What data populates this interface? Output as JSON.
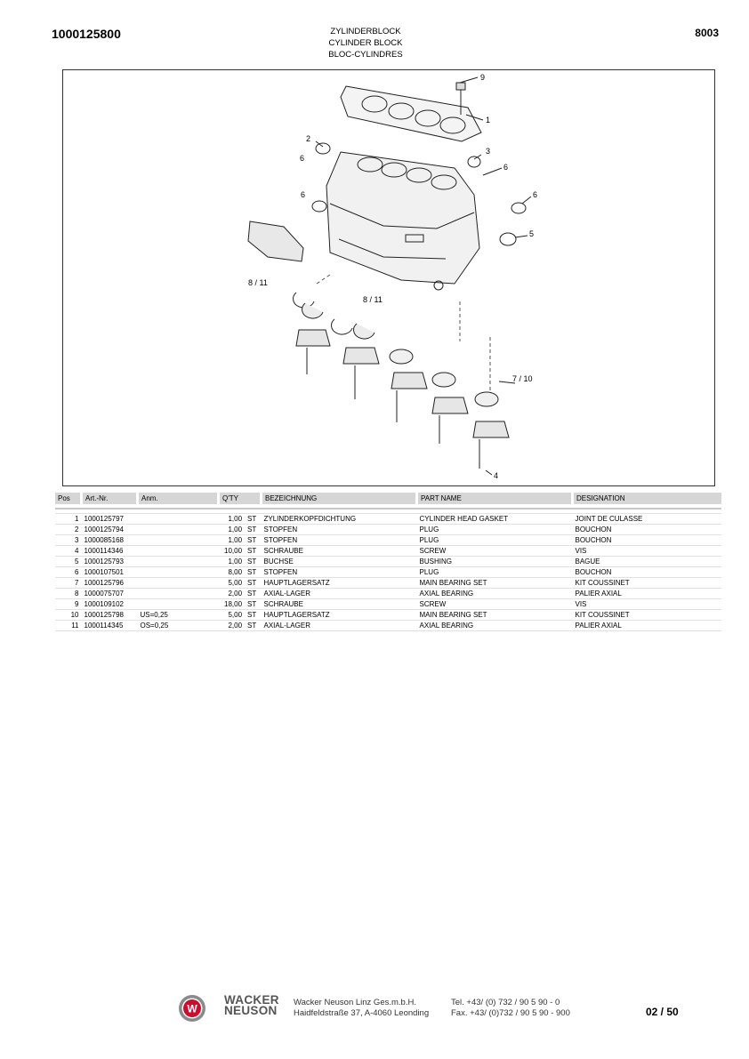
{
  "header": {
    "doc_number": "1000125800",
    "title_de": "ZYLINDERBLOCK",
    "title_en": "CYLINDER BLOCK",
    "title_fr": "BLOC-CYLINDRES",
    "page_code": "8003"
  },
  "figure": {
    "callouts": [
      "9",
      "1",
      "2",
      "6",
      "3",
      "6",
      "6",
      "6",
      "5",
      "8 / 11",
      "8 / 11",
      "7 / 10",
      "4"
    ]
  },
  "table": {
    "headers": [
      "Pos",
      "Art.-Nr.",
      "Anm.",
      "Q'TY",
      "BEZEICHNUNG",
      "PART NAME",
      "DESIGNATION"
    ],
    "rows": [
      [
        "1",
        "1000125797",
        "",
        "1,00",
        "ST",
        "ZYLINDERKOPFDICHTUNG",
        "CYLINDER HEAD GASKET",
        "JOINT DE CULASSE"
      ],
      [
        "2",
        "1000125794",
        "",
        "1,00",
        "ST",
        "STOPFEN",
        "PLUG",
        "BOUCHON"
      ],
      [
        "3",
        "1000085168",
        "",
        "1,00",
        "ST",
        "STOPFEN",
        "PLUG",
        "BOUCHON"
      ],
      [
        "4",
        "1000114346",
        "",
        "10,00",
        "ST",
        "SCHRAUBE",
        "SCREW",
        "VIS"
      ],
      [
        "5",
        "1000125793",
        "",
        "1,00",
        "ST",
        "BUCHSE",
        "BUSHING",
        "BAGUE"
      ],
      [
        "6",
        "1000107501",
        "",
        "8,00",
        "ST",
        "STOPFEN",
        "PLUG",
        "BOUCHON"
      ],
      [
        "7",
        "1000125796",
        "",
        "5,00",
        "ST",
        "HAUPTLAGERSATZ",
        "MAIN BEARING SET",
        "KIT COUSSINET"
      ],
      [
        "8",
        "1000075707",
        "",
        "2,00",
        "ST",
        "AXIAL-LAGER",
        "AXIAL BEARING",
        "PALIER AXIAL"
      ],
      [
        "9",
        "1000109102",
        "",
        "18,00",
        "ST",
        "SCHRAUBE",
        "SCREW",
        "VIS"
      ],
      [
        "10",
        "1000125798",
        "US=0,25",
        "5,00",
        "ST",
        "HAUPTLAGERSATZ",
        "MAIN BEARING SET",
        "KIT COUSSINET"
      ],
      [
        "11",
        "1000114345",
        "OS=0,25",
        "2,00",
        "ST",
        "AXIAL-LAGER",
        "AXIAL BEARING",
        "PALIER AXIAL"
      ]
    ]
  },
  "footer": {
    "brand_line1": "WACKER",
    "brand_line2": "NEUSON",
    "company_line1": "Wacker Neuson Linz  Ges.m.b.H.",
    "company_line2": "Haidfeldstraße 37, A-4060 Leonding",
    "phone": "Tel. +43/ (0) 732 / 90 5 90 - 0",
    "fax": "Fax. +43/ (0)732 / 90 5 90 - 900",
    "page_number": "02 / 50",
    "logo_letter": "W",
    "logo_color": "#c8102e"
  }
}
